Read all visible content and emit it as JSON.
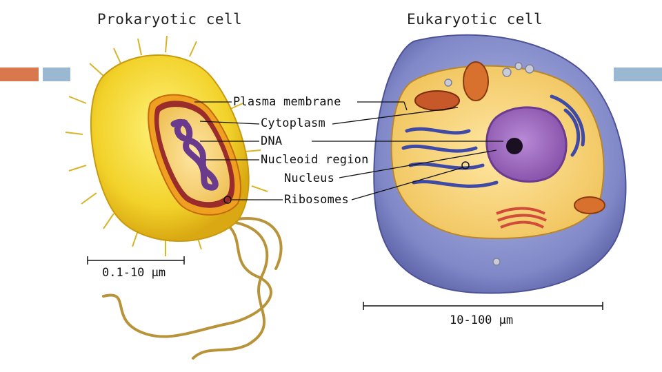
{
  "titles": {
    "prokaryotic": "Prokaryotic cell",
    "eukaryotic": "Eukaryotic cell"
  },
  "labels": {
    "plasma_membrane": "Plasma membrane",
    "cytoplasm": "Cytoplasm",
    "dna": "DNA",
    "nucleoid_region": "Nucleoid region",
    "nucleus": "Nucleus",
    "ribosomes": "Ribosomes"
  },
  "scales": {
    "prokaryotic": "0.1-10 µm",
    "eukaryotic": "10-100 µm"
  },
  "colors": {
    "accent_orange": "#d9774d",
    "accent_blue": "#9bb8d2",
    "bacterium_body": "#f2d22a",
    "cytoplasm_fill": "#f4d9a6",
    "dna_purple": "#6a3b8d",
    "cell_membrane": "#6f75b8",
    "nucleus_purple": "#a070c0"
  }
}
